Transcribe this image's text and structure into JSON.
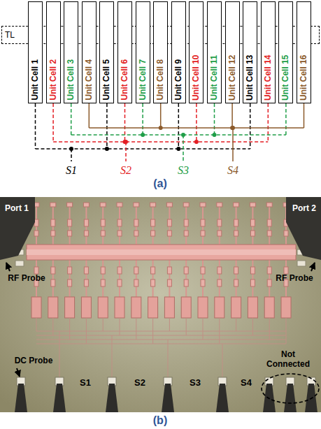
{
  "diagram": {
    "nodes": [
      {
        "text": [
          "Unit Cell 1"
        ]
      },
      {
        "text": [
          "Unit Cell 2"
        ]
      },
      {
        "text": [
          "Unit Cell 3"
        ]
      },
      {
        "text": [
          "Unit Cell 4"
        ]
      },
      {
        "text": [
          "Unit Cell 5"
        ]
      },
      {
        "text": [
          "Unit Cell 6"
        ]
      },
      {
        "text": [
          "Unit Cell 7"
        ]
      },
      {
        "text": [
          "Unit Cell 8"
        ]
      },
      {
        "text": [
          "Unit Cell 9"
        ]
      },
      {
        "text": [
          "Unit Cell 10"
        ]
      },
      {
        "text": [
          "Unit Cell 11"
        ]
      },
      {
        "text": [
          "Unit Cell 12"
        ]
      },
      {
        "text": [
          "Unit Cell 13"
        ]
      },
      {
        "text": [
          "Unit Cell 14"
        ]
      },
      {
        "text": [
          "Unit Cell 15"
        ]
      },
      {
        "text": [
          "Unit Cell 16"
        ]
      },
      {
        "text": [
          "TL"
        ]
      }
    ],
    "labels": [
      "S1",
      "S2",
      "S3",
      "S4",
      "(a)",
      "Port 1",
      "Port 2",
      "RF Probe",
      "RF Probe",
      "DC Probe",
      "S1",
      "S2",
      "S3",
      "S4",
      "Not Connected",
      "(b)"
    ]
  }
}
